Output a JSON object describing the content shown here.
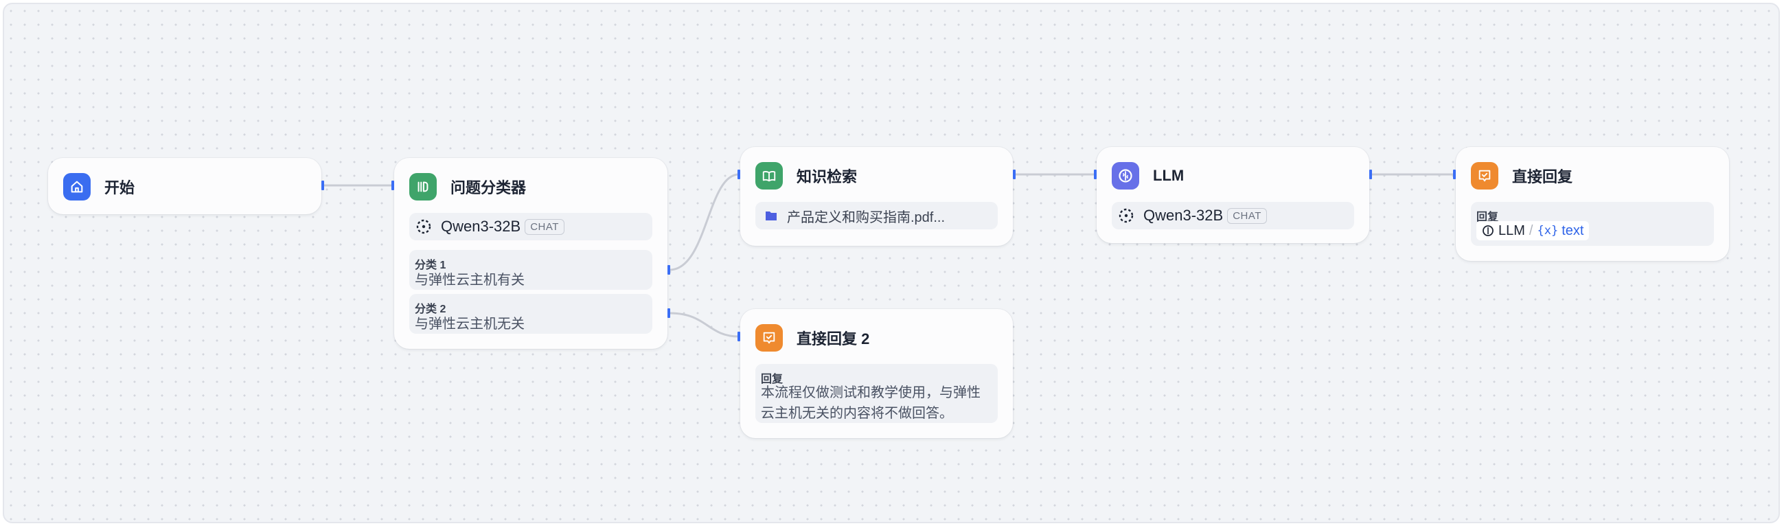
{
  "nodes": {
    "start": {
      "title": "开始"
    },
    "classifier": {
      "title": "问题分类器",
      "model": "Qwen3-32B",
      "model_badge": "CHAT",
      "classes": [
        {
          "label": "分类 1",
          "text": "与弹性云主机有关"
        },
        {
          "label": "分类 2",
          "text": "与弹性云主机无关"
        }
      ]
    },
    "knowledge": {
      "title": "知识检索",
      "dataset": "产品定义和购买指南.pdf..."
    },
    "llm": {
      "title": "LLM",
      "model": "Qwen3-32B",
      "model_badge": "CHAT"
    },
    "reply1": {
      "title": "直接回复",
      "reply_label": "回复",
      "var_node": "LLM",
      "var_sep": "/",
      "var_name": "text"
    },
    "reply2": {
      "title": "直接回复 2",
      "reply_label": "回复",
      "reply_text": "本流程仅做测试和教学使用，与弹性云主机无关的内容将不做回答。"
    }
  },
  "icons": {
    "start": "home-icon",
    "classifier": "classifier-icon",
    "knowledge": "book-icon",
    "llm": "brain-icon",
    "reply": "reply-icon",
    "model": "model-icon",
    "folder": "folder-icon",
    "variable": "variable-icon"
  },
  "colors": {
    "start": "#3a6df0",
    "classifier": "#3fa46a",
    "knowledge": "#3fa46a",
    "llm": "#6770e8",
    "reply": "#ef8a2f",
    "edge": "#c9ccd4",
    "handle": "#3b6ef5",
    "variable": "#2f64e8"
  }
}
